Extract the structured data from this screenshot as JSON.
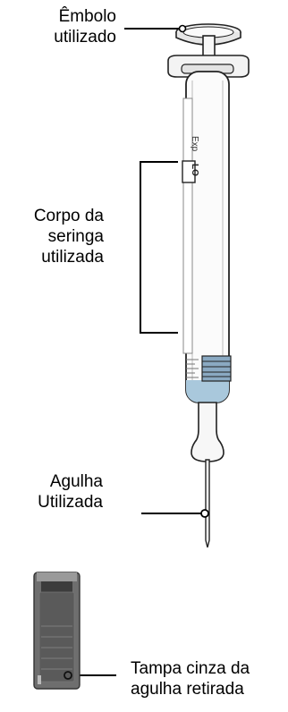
{
  "labels": {
    "plunger": [
      "Êmbolo",
      "utilizado"
    ],
    "barrel": [
      "Corpo da",
      "seringa",
      "utilizada"
    ],
    "needle": [
      "Agulha",
      "Utilizada"
    ],
    "cap": [
      "Tampa cinza da",
      "agulha retirada"
    ]
  },
  "barrel_print": {
    "exp": "Exp",
    "lot": "LO"
  },
  "colors": {
    "fluid": "#a9c8dc",
    "outline": "#222222",
    "cap_body": "#6e6e6e",
    "cap_dark": "#3c3c3c"
  }
}
